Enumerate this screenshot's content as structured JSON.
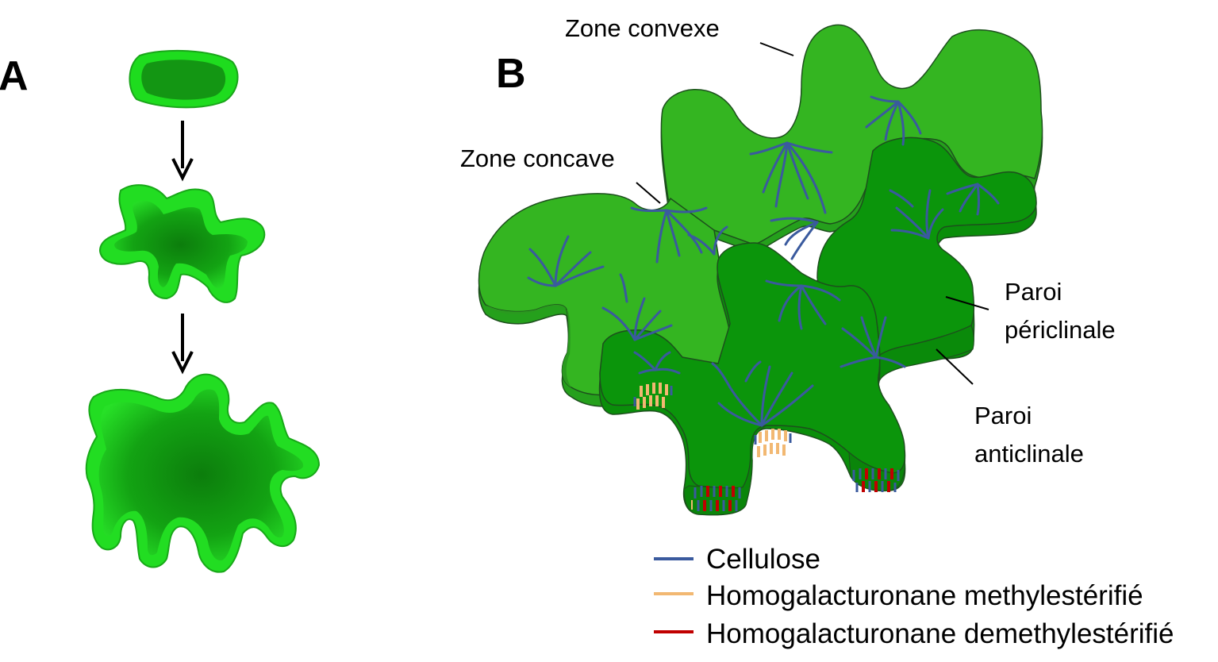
{
  "panel_a": {
    "label": "A"
  },
  "panel_b": {
    "label": "B",
    "callouts": {
      "convex": "Zone convexe",
      "concave": "Zone concave",
      "periclinal_line1": "Paroi",
      "periclinal_line2": "périclinale",
      "anticlinal_line1": "Paroi",
      "anticlinal_line2": "anticlinale"
    }
  },
  "legend": [
    {
      "label": "Cellulose",
      "color": "#3a5a9e"
    },
    {
      "label": "Homogalacturonane methylestérifié",
      "color": "#f2b872"
    },
    {
      "label": "Homogalacturonane demethylestérifié",
      "color": "#c00000"
    }
  ],
  "colors": {
    "cell_bright": "#22dd22",
    "cell_dark": "#0f8a0f",
    "light_cell": "#34b521",
    "dark_cell": "#0a8e0a",
    "outline": "#1d4f1d",
    "cellulose": "#3a5a9e",
    "hg_methyl": "#f2b872",
    "hg_demethyl": "#c00000"
  }
}
